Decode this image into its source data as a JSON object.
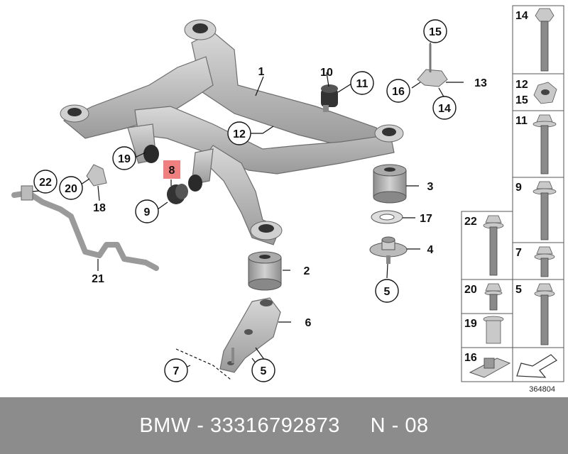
{
  "footer": {
    "text": "BMW - 33316792873     N - 08"
  },
  "reference_number": "364804",
  "highlight_color": "#f08080",
  "callouts": {
    "c1": "1",
    "c2": "2",
    "c3": "3",
    "c4": "4",
    "c5a": "5",
    "c5b": "5",
    "c6": "6",
    "c7": "7",
    "c8": "8",
    "c9": "9",
    "c10": "10",
    "c11": "11",
    "c12": "12",
    "c13": "13",
    "c14": "14",
    "c15": "15",
    "c16": "16",
    "c17": "17",
    "c18": "18",
    "c19": "19",
    "c20": "20",
    "c21": "21",
    "c22": "22"
  },
  "parts_table": {
    "p14": "14",
    "p12": "12",
    "p15": "15",
    "p11": "11",
    "p9": "9",
    "p22": "22",
    "p7": "7",
    "p20": "20",
    "p5": "5",
    "p19": "19",
    "p16": "16"
  }
}
